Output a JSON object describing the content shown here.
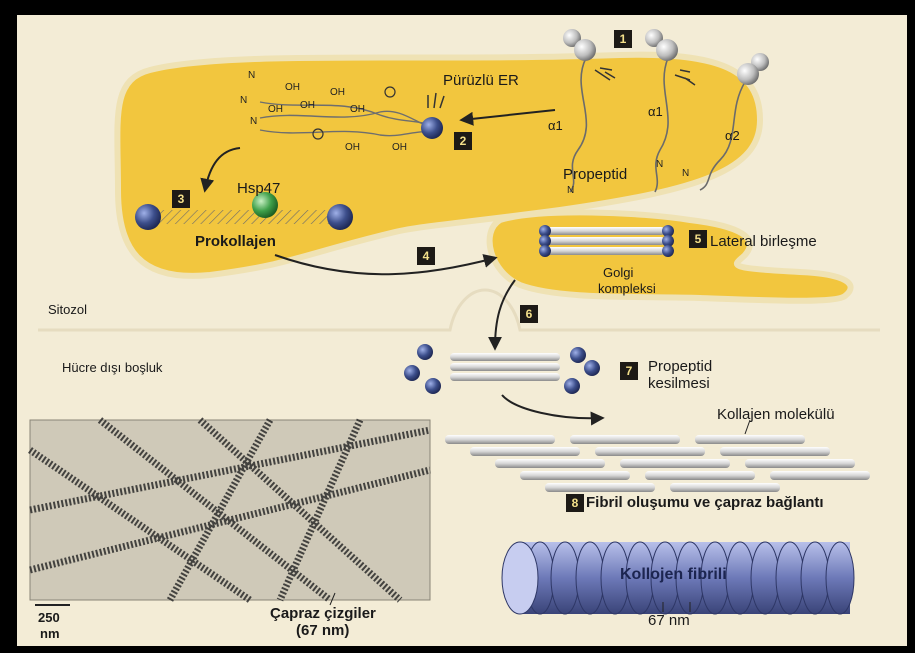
{
  "labels": {
    "rough_er": "Pürüzlü ER",
    "hsp47": "Hsp47",
    "procollagen": "Prokollajen",
    "cytosol": "Sitozol",
    "extracellular": "Hücre dışı boşluk",
    "propeptide": "Propeptid",
    "lateral": "Lateral birleşme",
    "golgi_line1": "Golgi",
    "golgi_line2": "kompleksi",
    "cleavage_line1": "Propeptid",
    "cleavage_line2": "kesilmesi",
    "collagen_molecule": "Kollajen molekülü",
    "fibril_formation": "Fibril oluşumu ve çapraz bağlantı",
    "fibril_name": "Kollojen fibrili",
    "fibril_spacing": "67 nm",
    "cross_lines_line1": "Çapraz çizgiler",
    "cross_lines_line2": "(67 nm)",
    "scale_value": "250",
    "scale_unit": "nm",
    "alpha1a": "α1",
    "alpha1b": "α1",
    "alpha2": "α2",
    "n": "N",
    "oh": "OH"
  },
  "steps": [
    "1",
    "2",
    "3",
    "4",
    "5",
    "6",
    "7",
    "8"
  ],
  "colors": {
    "er_fill": "#f2c63e",
    "er_stroke": "#e8d9a8",
    "globule": "#3d4f8c",
    "hsp47": "#3fa04a",
    "rod": "#d8d8d8",
    "fibril": "#7a86c4",
    "paper": "#f3ecd6"
  }
}
